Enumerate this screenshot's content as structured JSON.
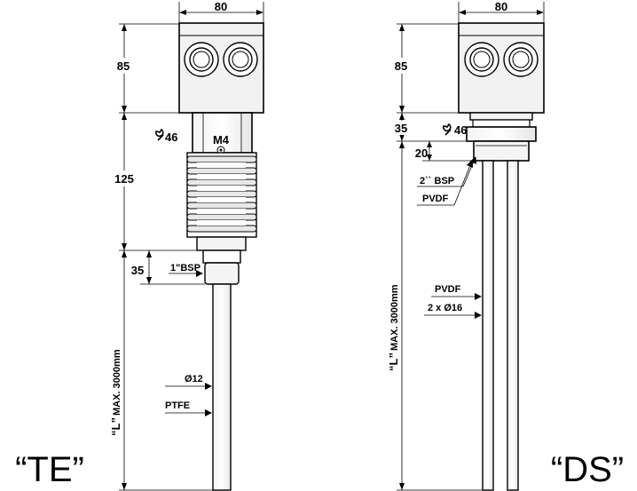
{
  "te": {
    "label": "“TE”",
    "width": "80",
    "head_height": "85",
    "wrench": "46",
    "m4": "M4",
    "neck_height": "125",
    "thread_height": "35",
    "thread": "1\"BSP",
    "length": "MAX. 3000mm",
    "length_prefix": "“L”",
    "diameter": "Ø12",
    "material": "PTFE"
  },
  "ds": {
    "label": "“DS”",
    "width": "80",
    "head_height": "85",
    "wrench_height": "35",
    "wrench": "46",
    "thread_height": "20",
    "thread": "2`` BSP",
    "thread_material": "PVDF",
    "length": "MAX. 3000mm",
    "length_prefix": "“L”",
    "rod_material": "PVDF",
    "rods": "2 x Ø16"
  }
}
